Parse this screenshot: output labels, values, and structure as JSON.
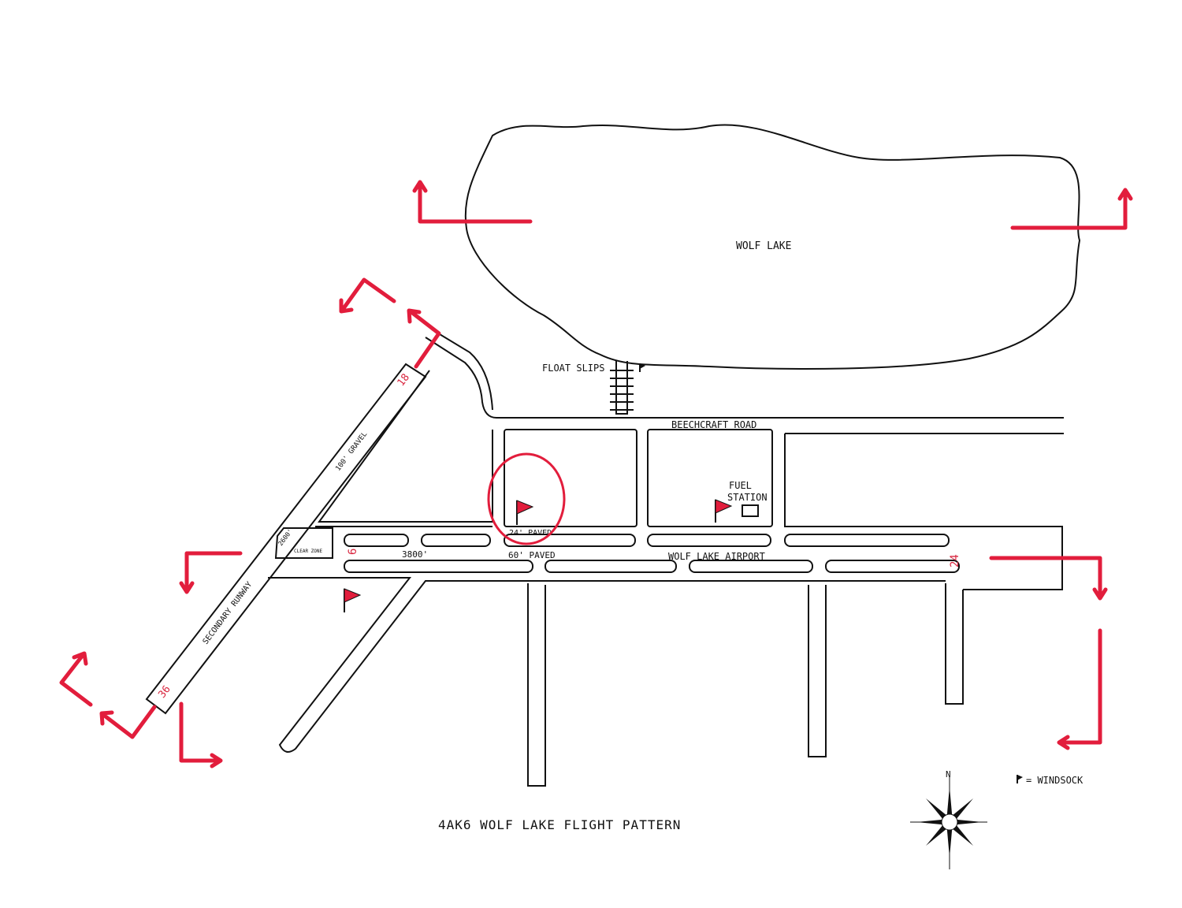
{
  "title": "4AK6 WOLF LAKE FLIGHT PATTERN",
  "labels": {
    "lake": "WOLF LAKE",
    "float_slips": "FLOAT SLIPS",
    "road": "BEECHCRAFT ROAD",
    "fuel_line1": "FUEL",
    "fuel_line2": "STATION",
    "taxi_width": "24' PAVED",
    "runway_width": "60' PAVED",
    "runway_length": "3800'",
    "airport": "WOLF LAKE AIRPORT",
    "sec_surface": "100' GRAVEL",
    "sec_length": "2600'",
    "sec_name": "SECONDARY RUNWAY",
    "clear_zone": "CLEAR ZONE"
  },
  "runway_numbers": {
    "main_west": "6",
    "main_east": "24",
    "sec_north": "18",
    "sec_south": "36"
  },
  "legend": {
    "windsock": "= WINDSOCK",
    "north": "N"
  },
  "colors": {
    "pattern": "#e21d3c",
    "lines": "#111111"
  }
}
